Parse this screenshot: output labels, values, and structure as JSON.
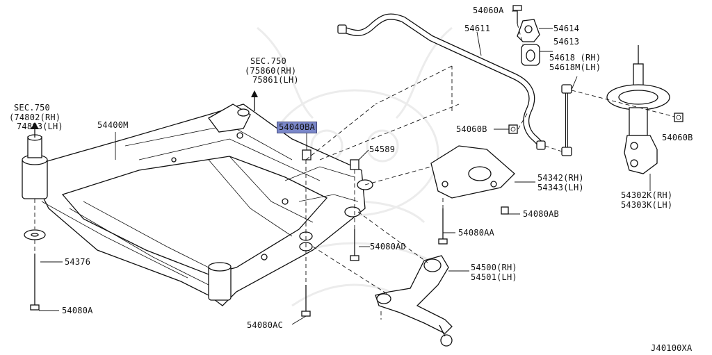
{
  "diagram_code": "J40100XA",
  "highlight_color": "#7a87c9",
  "labels": {
    "p54060A": "54060A",
    "p54611": "54611",
    "p54614": "54614",
    "p54613": "54613",
    "p54618": "54618 (RH)",
    "p54618M": "54618M(LH)",
    "sec750_top": "SEC.750",
    "p75860": "(75860(RH)",
    "p75861": "75861(LH)",
    "sec750_left": "SEC.750",
    "p74802": "(74802(RH)",
    "p74803": "74803(LH)",
    "p54400M": "54400M",
    "p54040BA": "54040BA",
    "p54589": "54589",
    "p54060B_mid": "54060B",
    "p54060B_right": "54060B",
    "p54342": "54342(RH)",
    "p54343": "54343(LH)",
    "p54302K": "54302K(RH)",
    "p54303K": "54303K(LH)",
    "p54080AB": "54080AB",
    "p54080AA": "54080AA",
    "p54080AD": "54080AD",
    "p54376": "54376",
    "p54500": "54500(RH)",
    "p54501": "54501(LH)",
    "p54080A": "54080A",
    "p54080AC": "54080AC"
  }
}
